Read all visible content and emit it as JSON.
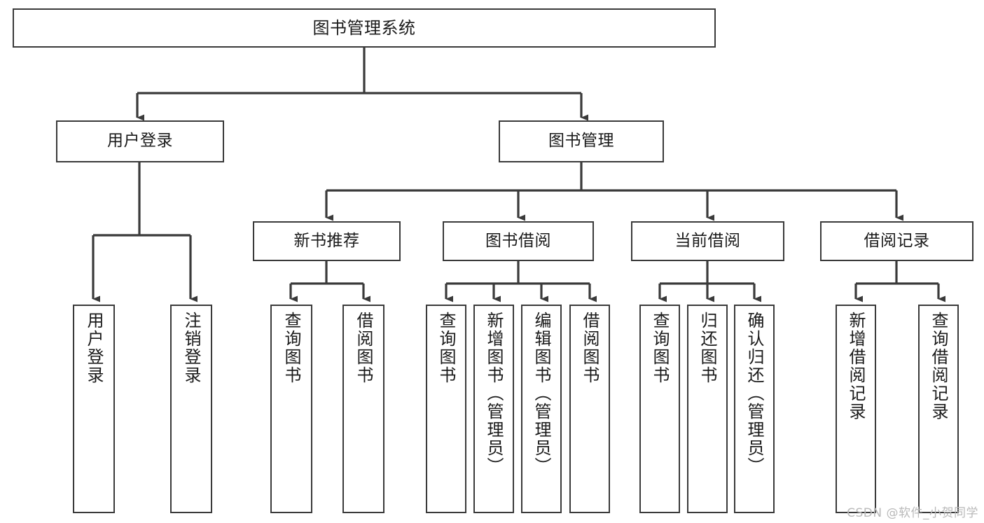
{
  "diagram": {
    "type": "tree-hierarchy",
    "title": "图书管理系统",
    "watermark": "CSDN @软件_小贺同学",
    "colors": {
      "box_border": "#3a3a3a",
      "box_fill": "#ffffff",
      "connector": "#3a3a3a",
      "text": "#1a1a1a",
      "watermark": "#b9b9b9",
      "background": "#ffffff"
    },
    "nodes": {
      "root": {
        "label": "图书管理系统"
      },
      "level2": [
        {
          "id": "user-login",
          "label": "用户登录"
        },
        {
          "id": "book-manage",
          "label": "图书管理"
        }
      ],
      "level3": [
        {
          "id": "new-book-recommend",
          "label": "新书推荐"
        },
        {
          "id": "book-borrow",
          "label": "图书借阅"
        },
        {
          "id": "current-borrow",
          "label": "当前借阅"
        },
        {
          "id": "borrow-record",
          "label": "借阅记录"
        }
      ],
      "leaves": {
        "user_login": [
          {
            "id": "leaf-user-login",
            "label": "用户登录"
          },
          {
            "id": "leaf-logout-login",
            "label": "注销登录"
          }
        ],
        "new_book_recommend": [
          {
            "id": "leaf-query-book-1",
            "label": "查询图书"
          },
          {
            "id": "leaf-borrow-book-1",
            "label": "借阅图书"
          }
        ],
        "book_borrow": [
          {
            "id": "leaf-query-book-2",
            "label": "查询图书"
          },
          {
            "id": "leaf-add-book",
            "label": "新增图书（管理员）"
          },
          {
            "id": "leaf-edit-book",
            "label": "编辑图书（管理员）"
          },
          {
            "id": "leaf-borrow-book-2",
            "label": "借阅图书"
          }
        ],
        "current_borrow": [
          {
            "id": "leaf-query-book-3",
            "label": "查询图书"
          },
          {
            "id": "leaf-return-book",
            "label": "归还图书"
          },
          {
            "id": "leaf-confirm-return",
            "label": "确认归还（管理员）"
          }
        ],
        "borrow_record": [
          {
            "id": "leaf-add-record",
            "label": "新增借阅记录"
          },
          {
            "id": "leaf-query-record",
            "label": "查询借阅记录"
          }
        ]
      }
    }
  }
}
